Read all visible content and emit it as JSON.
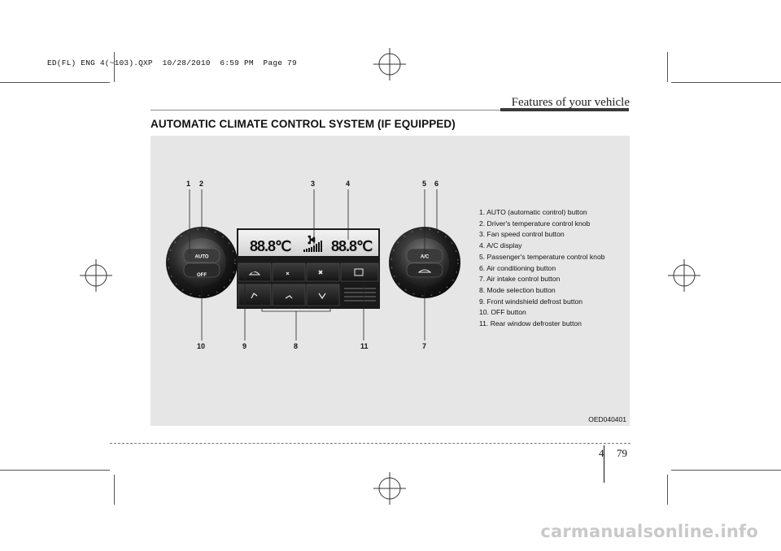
{
  "slug_line": "ED(FL) ENG 4(~103).QXP  10/28/2010  6:59 PM  Page 79",
  "header": {
    "section_title": "Features of your vehicle"
  },
  "heading": "AUTOMATIC CLIMATE CONTROL SYSTEM (IF EQUIPPED)",
  "figure": {
    "code": "OED040401",
    "callouts": [
      "1",
      "2",
      "3",
      "4",
      "5",
      "6",
      "10",
      "9",
      "8",
      "11",
      "7"
    ],
    "legend": [
      "1. AUTO (automatic control) button",
      "2. Driver's temperature control knob",
      "3. Fan speed control button",
      "4. A/C display",
      "5. Passenger's temperature control knob",
      "6. Air conditioning button",
      "7. Air intake control button",
      "8. Mode selection button",
      "9. Front windshield defrost button",
      "10. OFF button",
      "11. Rear window defroster button"
    ],
    "panel": {
      "left_knob_top": "AUTO",
      "left_knob_bottom": "OFF",
      "right_knob_top": "A/C",
      "display_left": "88.8℃",
      "display_right": "88.8℃"
    }
  },
  "footer": {
    "chapter": "4",
    "page": "79"
  },
  "watermark": "carmanualsonline.info"
}
